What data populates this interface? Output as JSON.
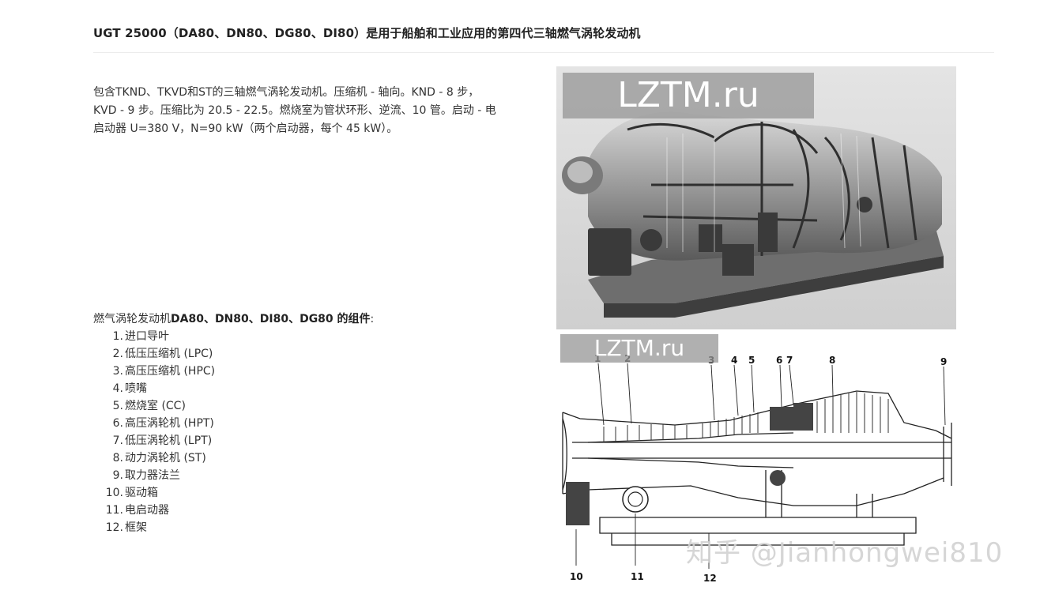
{
  "article": {
    "title": "UGT 25000（DA80、DN80、DG80、DI80）是用于船舶和工业应用的第四代三轴燃气涡轮发动机",
    "intro_line1": "包含TKND、TKVD和ST的三轴燃气涡轮发动机。压缩机 - 轴向。KND - 8 步，",
    "intro_line2": "KVD - 9 步。压缩比为 20.5 - 22.5。燃烧室为管状环形、逆流、10 管。启动 - 电",
    "intro_line3": "启动器 U=380 V，N=90 kW（两个启动器，每个 45 kW）。",
    "components_prefix": "燃气涡轮发动机",
    "components_bold": "DA80、DN80、DI80、DG80 的组件",
    "components_suffix": ":",
    "components": [
      {
        "num": "1.",
        "label": "进口导叶"
      },
      {
        "num": "2.",
        "label": "低压压缩机 (LPC)"
      },
      {
        "num": "3.",
        "label": "高压压缩机 (HPC)"
      },
      {
        "num": "4.",
        "label": "喷嘴"
      },
      {
        "num": "5.",
        "label": "燃烧室 (CC)"
      },
      {
        "num": "6.",
        "label": "高压涡轮机 (HPT)"
      },
      {
        "num": "7.",
        "label": "低压涡轮机 (LPT)"
      },
      {
        "num": "8.",
        "label": "动力涡轮机 (ST)"
      },
      {
        "num": "9.",
        "label": "取力器法兰"
      },
      {
        "num": "10.",
        "label": "驱动箱"
      },
      {
        "num": "11.",
        "label": "电启动器"
      },
      {
        "num": "12.",
        "label": "框架"
      }
    ]
  },
  "images": {
    "photo_watermark": "LZTM.ru",
    "diagram_watermark": "LZTM.ru",
    "diagram_labels": [
      "1",
      "2",
      "3",
      "4",
      "5",
      "6",
      "7",
      "8",
      "9",
      "10",
      "11",
      "12"
    ],
    "zhihu_watermark": "知乎 @Jianhongwei810"
  }
}
